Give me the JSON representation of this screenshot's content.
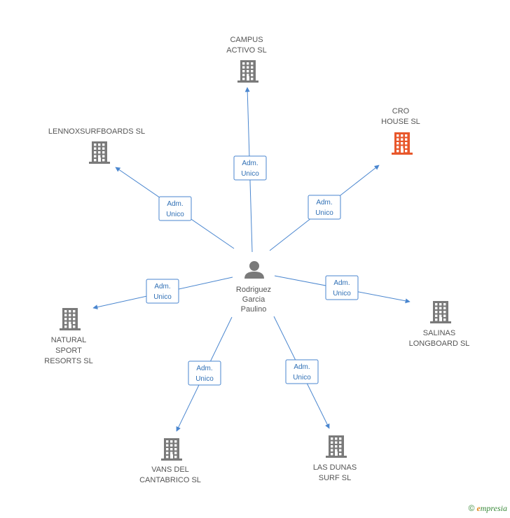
{
  "colors": {
    "edge": "#4a86cf",
    "building": "#7a7a7a",
    "building_highlight": "#e8572b",
    "person": "#7a7a7a",
    "edge_label_border": "#4a86cf",
    "edge_label_text": "#2f6fb5"
  },
  "center": {
    "label_lines": [
      "Rodriguez",
      "Garcia",
      "Paulino"
    ],
    "icon": "person-icon"
  },
  "nodes": [
    {
      "id": "campus",
      "label_lines": [
        "CAMPUS",
        "ACTIVO SL"
      ],
      "icon": "building-icon",
      "highlight": false,
      "edge_label_lines": [
        "Adm.",
        "Unico"
      ]
    },
    {
      "id": "cro",
      "label_lines": [
        "CRO",
        "HOUSE  SL"
      ],
      "icon": "building-icon",
      "highlight": true,
      "edge_label_lines": [
        "Adm.",
        "Unico"
      ]
    },
    {
      "id": "lennox",
      "label_lines": [
        "LENNOXSURFBOARDS SL"
      ],
      "icon": "building-icon",
      "highlight": false,
      "edge_label_lines": [
        "Adm.",
        "Unico"
      ]
    },
    {
      "id": "natural",
      "label_lines": [
        "NATURAL",
        "SPORT",
        "RESORTS SL"
      ],
      "icon": "building-icon",
      "highlight": false,
      "edge_label_lines": [
        "Adm.",
        "Unico"
      ]
    },
    {
      "id": "salinas",
      "label_lines": [
        "SALINAS",
        "LONGBOARD SL"
      ],
      "icon": "building-icon",
      "highlight": false,
      "edge_label_lines": [
        "Adm.",
        "Unico"
      ]
    },
    {
      "id": "vans",
      "label_lines": [
        "VANS DEL",
        "CANTABRICO SL"
      ],
      "icon": "building-icon",
      "highlight": false,
      "edge_label_lines": [
        "Adm.",
        "Unico"
      ]
    },
    {
      "id": "lasdunas",
      "label_lines": [
        "LAS DUNAS",
        "SURF SL"
      ],
      "icon": "building-icon",
      "highlight": false,
      "edge_label_lines": [
        "Adm.",
        "Unico"
      ]
    }
  ],
  "footer": {
    "copyright_symbol": "©",
    "brand_initial": "e",
    "brand_rest": "mpresia"
  }
}
